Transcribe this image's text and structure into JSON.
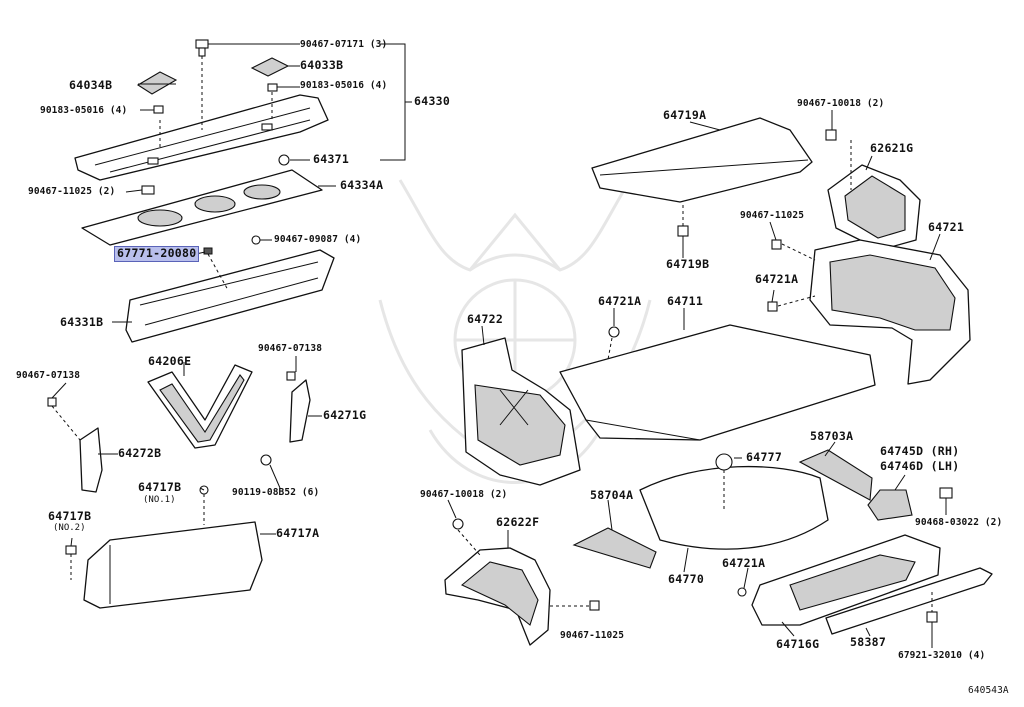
{
  "diagram_id": "640543A",
  "labels": {
    "l01": "90467-07171 (3)",
    "l02": "64034B",
    "l03": "64033B",
    "l04": "90183-05016 (4)",
    "l05": "90183-05016 (4)",
    "l06": "64330",
    "l07": "64371",
    "l08": "90467-11025 (2)",
    "l09": "64334A",
    "l10": "67771-20080",
    "l11": "90467-09087 (4)",
    "l12": "64331B",
    "l13": "90467-07138",
    "l14": "64206E",
    "l15": "90467-07138",
    "l16": "64271G",
    "l17": "64272B",
    "l18": "64717B",
    "l19": "(NO.1)",
    "l20": "90119-08B52 (6)",
    "l21": "64717B",
    "l22": "(NO.2)",
    "l23": "64717A",
    "l24": "64719A",
    "l25": "90467-10018 (2)",
    "l26": "62621G",
    "l27": "90467-11025",
    "l28": "64721",
    "l29": "64719B",
    "l30": "64721A",
    "l31": "64722",
    "l32": "64721A",
    "l33": "64711",
    "l34": "58703A",
    "l35": "64777",
    "l36": "64745D (RH)",
    "l37": "64746D (LH)",
    "l38": "90467-10018 (2)",
    "l39": "58704A",
    "l40": "62622F",
    "l41": "90468-03022 (2)",
    "l42": "64770",
    "l43": "64721A",
    "l44": "90467-11025",
    "l45": "64716G",
    "l46": "58387",
    "l47": "67921-32010 (4)"
  },
  "highlight_color": "#b9bfec"
}
